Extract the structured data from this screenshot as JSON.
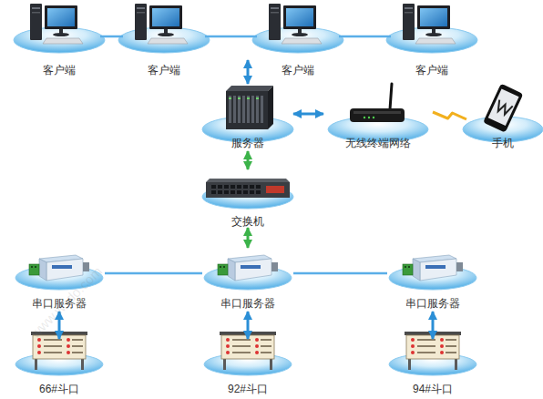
{
  "diagram": {
    "nodes": [
      {
        "text": [
          "客户端"
        ]
      },
      {
        "text": [
          "客户端"
        ]
      },
      {
        "text": [
          "客户端"
        ]
      },
      {
        "text": [
          "客户端"
        ]
      },
      {
        "text": [
          "服务器"
        ]
      },
      {
        "text": [
          "无线终端网络"
        ]
      },
      {
        "text": [
          "手机"
        ]
      },
      {
        "text": [
          "交换机"
        ]
      },
      {
        "text": [
          "串口服务器"
        ]
      },
      {
        "text": [
          "串口服务器"
        ]
      },
      {
        "text": [
          "串口服务器"
        ]
      },
      {
        "text": [
          "66#斗口"
        ]
      },
      {
        "text": [
          "92#斗口"
        ]
      },
      {
        "text": [
          "94#斗口"
        ]
      }
    ],
    "edges": [
      {
        "from": 0,
        "to": 1,
        "arrow": "none"
      },
      {
        "from": 1,
        "to": 2,
        "arrow": "none"
      },
      {
        "from": 2,
        "to": 3,
        "arrow": "none"
      },
      {
        "from": 1,
        "to": 4,
        "arrow": "both"
      },
      {
        "from": 4,
        "to": 5,
        "arrow": "both"
      },
      {
        "from": 5,
        "to": 6,
        "arrow": "none"
      },
      {
        "from": 4,
        "to": 7,
        "arrow": "both"
      },
      {
        "from": 7,
        "to": 9,
        "arrow": "both"
      },
      {
        "from": 8,
        "to": 9,
        "arrow": "none"
      },
      {
        "from": 9,
        "to": 10,
        "arrow": "none"
      },
      {
        "from": 8,
        "to": 11,
        "arrow": "both"
      },
      {
        "from": 9,
        "to": 12,
        "arrow": "both"
      },
      {
        "from": 10,
        "to": 13,
        "arrow": "both"
      }
    ],
    "labels": [
      "www.wsdo.com"
    ]
  }
}
